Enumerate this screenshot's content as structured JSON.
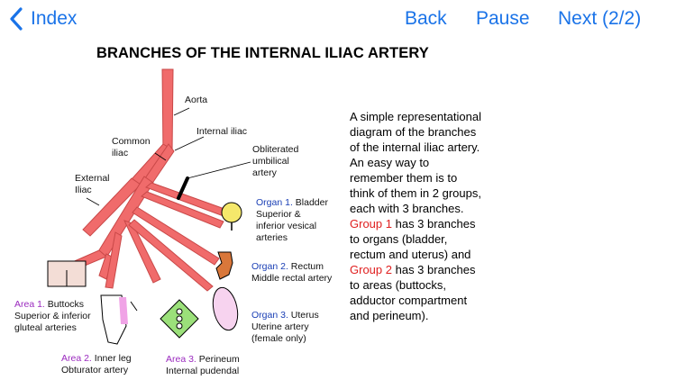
{
  "nav": {
    "index_label": "Index",
    "back_label": "Back",
    "pause_label": "Pause",
    "next_label": "Next (2/2)"
  },
  "title": "BRANCHES OF THE INTERNAL ILIAC ARTERY",
  "labels": {
    "aorta": "Aorta",
    "internal_iliac": "Internal iliac",
    "common_iliac_1": "Common",
    "common_iliac_2": "iliac",
    "external_iliac_1": "External",
    "external_iliac_2": "Iliac",
    "obliterated_1": "Obliterated",
    "obliterated_2": "umbilical",
    "obliterated_3": "artery",
    "organ1_tag": "Organ 1.",
    "organ1_name": "Bladder",
    "organ1_line2": "Superior &",
    "organ1_line3": "inferior vesical",
    "organ1_line4": "arteries",
    "organ2_tag": "Organ 2.",
    "organ2_name": "Rectum",
    "organ2_line2": "Middle rectal artery",
    "organ3_tag": "Organ 3.",
    "organ3_name": "Uterus",
    "organ3_line2": "Uterine artery",
    "organ3_line3": "(female only)",
    "area1_tag": "Area 1.",
    "area1_name": "Buttocks",
    "area1_line2": "Superior & inferior",
    "area1_line3": "gluteal arteries",
    "area2_tag": "Area 2.",
    "area2_name": "Inner leg",
    "area2_line2": "Obturator artery",
    "area3_tag": "Area 3.",
    "area3_name": "Perineum",
    "area3_line2": "Internal pudendal"
  },
  "description": {
    "part1": "A simple representational diagram of the branches of the internal iliac artery. An easy way to remember them is to think of them in 2 groups, each with 3 branches.",
    "group1": "Group 1",
    "part2": "has 3 branches to organs (bladder, rectum and uterus) and",
    "group2": "Group 2",
    "part3": "has 3 branches to areas (buttocks, adductor compartment and perineum)."
  },
  "colors": {
    "artery": "#f06b6b",
    "artery_outline": "#c94848",
    "nav_blue": "#1a73e8",
    "organ_label": "#1a3fb5",
    "area_label": "#9b2bbf",
    "group_highlight": "#e02020"
  },
  "icons": {
    "back": "chevron-left-icon"
  }
}
